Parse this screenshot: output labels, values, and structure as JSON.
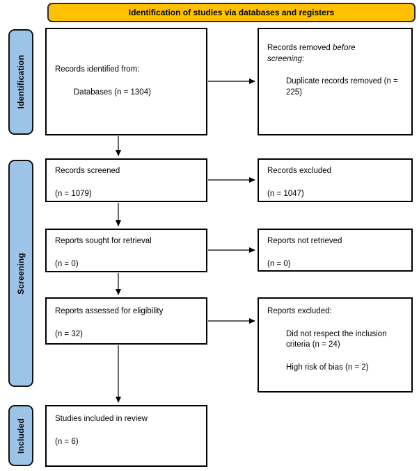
{
  "header": {
    "title": "Identification of studies via databases and registers"
  },
  "colors": {
    "header_bg": "#FFC000",
    "stage_label_bg": "#9DC3E6",
    "box_border": "#000000",
    "text": "#000000"
  },
  "stage_labels": {
    "identification": "Identification",
    "screening": "Screening",
    "included": "Included"
  },
  "boxes": {
    "records_identified": {
      "title": "Records identified from:",
      "item": "Databases (n = 1304)"
    },
    "records_removed": {
      "title_regular": "Records removed ",
      "title_italic": "before screening",
      "title_suffix": ":",
      "item": "Duplicate records removed (n = 225)"
    },
    "records_screened": {
      "title": "Records screened",
      "count": "(n = 1079)"
    },
    "records_excluded": {
      "title": "Records excluded",
      "count": "(n = 1047)"
    },
    "reports_sought": {
      "title": "Reports sought for retrieval",
      "count": "(n = 0)"
    },
    "reports_not_retrieved": {
      "title": "Reports not retrieved",
      "count": "(n = 0)"
    },
    "reports_assessed": {
      "title": "Reports assessed for eligibility",
      "count": "(n = 32)"
    },
    "reports_excluded": {
      "title": "Reports excluded:",
      "item1": "Did not respect the inclusion criteria (n = 24)",
      "item2": "High risk of bias (n = 2)"
    },
    "studies_included": {
      "title": "Studies included in review",
      "count": "(n = 6)"
    }
  }
}
